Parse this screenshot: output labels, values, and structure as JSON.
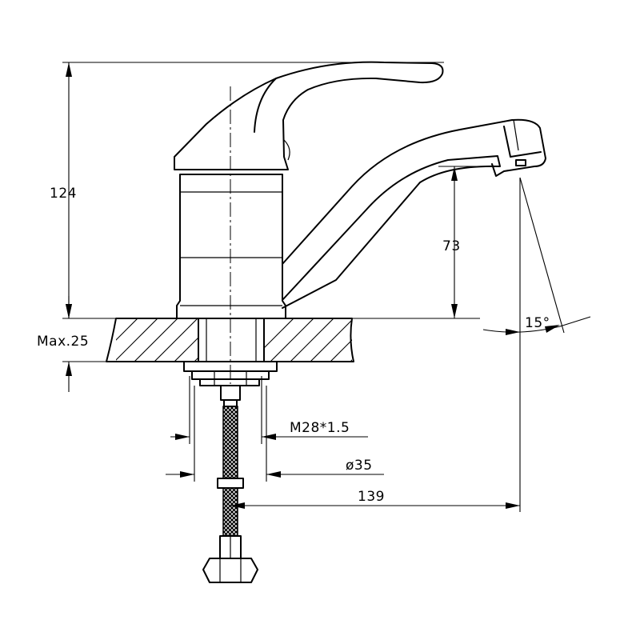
{
  "dimensions": {
    "height_total": "124",
    "spout_height": "73",
    "max_thickness": "Max.25",
    "thread": "M28*1.5",
    "hole_diameter": "ø35",
    "reach": "139",
    "angle": "15°"
  }
}
